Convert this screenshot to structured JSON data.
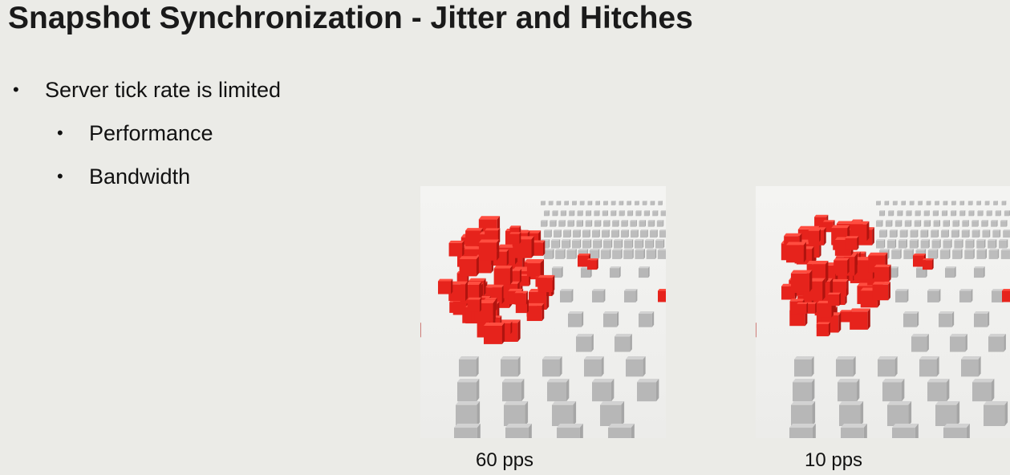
{
  "slide": {
    "title": "Snapshot Synchronization - Jitter and Hitches",
    "bullets": [
      {
        "text": "Server tick rate is limited",
        "level": 1
      },
      {
        "text": "Performance",
        "level": 2
      },
      {
        "text": "Bandwidth",
        "level": 2
      }
    ],
    "bullet_glyph": "•",
    "figures": [
      {
        "caption": "60 pps"
      },
      {
        "caption": "10 pps"
      }
    ]
  },
  "colors": {
    "background": "#ebebe7",
    "red_cube": "#e6231c",
    "red_cube_light": "#ff4d40",
    "red_cube_dark": "#b0140f",
    "grey_cube_top": "#d2d2d2",
    "grey_cube_side": "#a6a6a6"
  }
}
